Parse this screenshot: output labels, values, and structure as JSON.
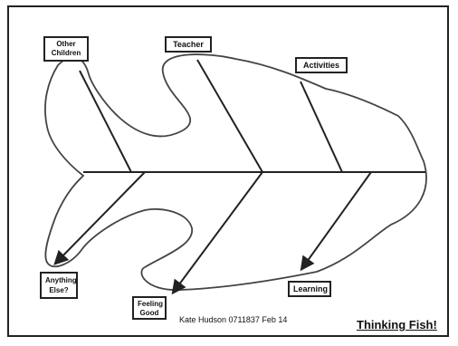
{
  "labels": {
    "other_children": "Other\nChildren",
    "teacher": "Teacher",
    "activities": "Activities",
    "anything_else": "Anything\nElse?",
    "feeling_good": "Feeling\nGood",
    "learning": "Learning"
  },
  "footer": {
    "credit": "Kate Hudson 0711837 Feb 14",
    "title": "Thinking Fish!"
  }
}
